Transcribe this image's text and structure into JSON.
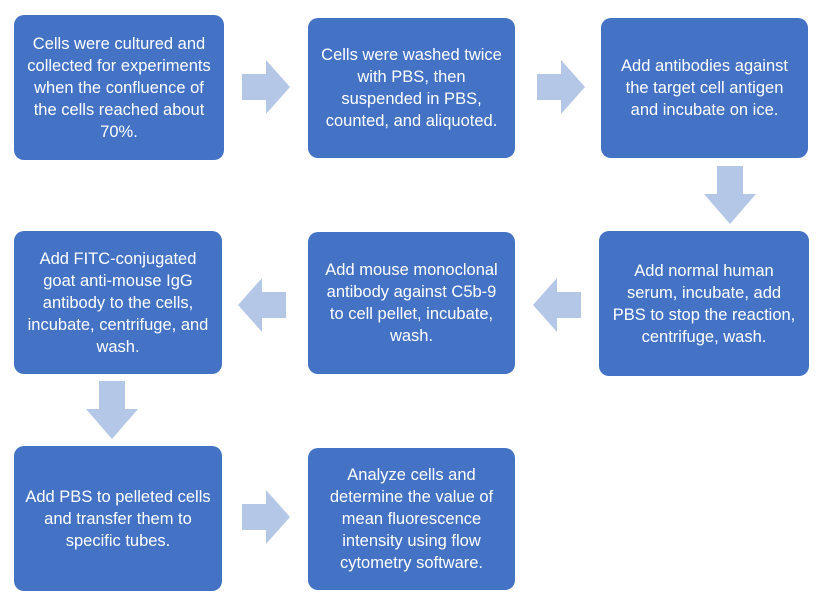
{
  "steps": [
    "Cells were cultured and collected for experiments when the confluence of the cells reached about 70%.",
    "Cells were washed twice with PBS, then suspended in PBS, counted, and aliquoted.",
    "Add antibodies against the target cell antigen and incubate on ice.",
    "Add normal human serum, incubate, add PBS to stop the reaction, centrifuge, wash.",
    "Add mouse monoclonal antibody against C5b-9 to cell pellet, incubate, wash.",
    "Add FITC-conjugated goat anti-mouse IgG antibody to the cells, incubate, centrifuge, and wash.",
    "Add PBS to pelleted cells and transfer them to specific tubes.",
    "Analyze cells and determine the value of mean fluorescence intensity using flow cytometry software."
  ],
  "colors": {
    "box": "#4472c4",
    "arrow": "#b4c7e7",
    "text": "#ffffff"
  }
}
